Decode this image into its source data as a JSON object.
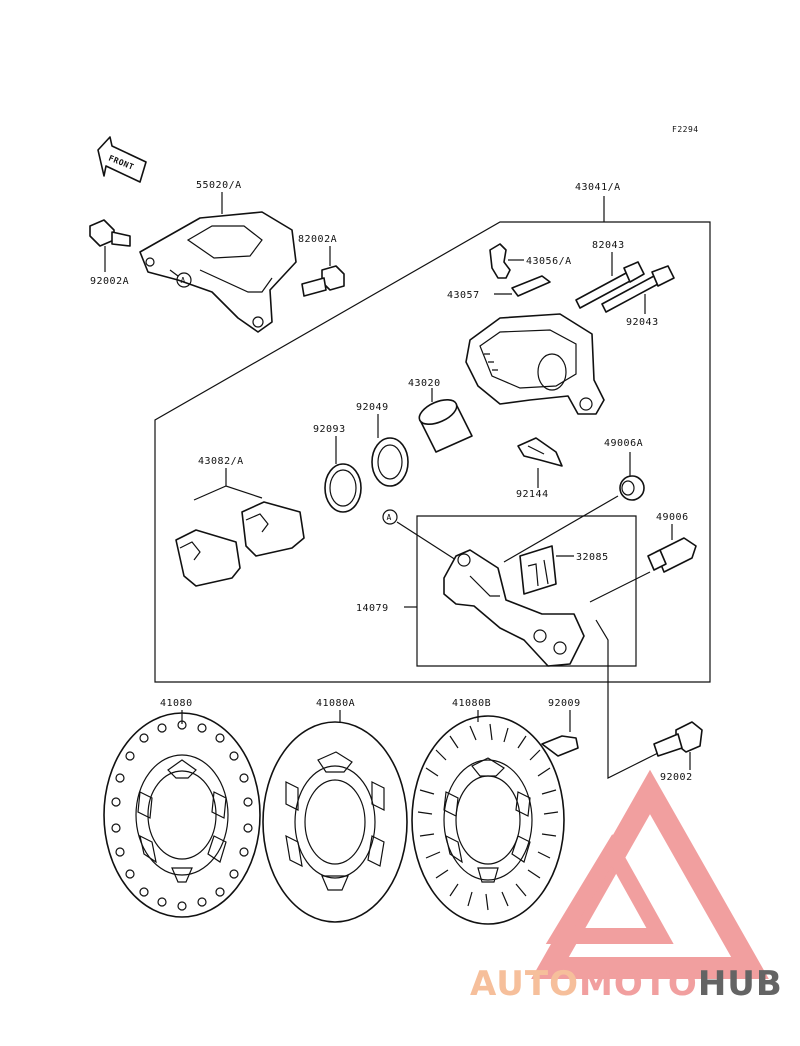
{
  "figure_code": "F2294",
  "front_label": "FRONT",
  "callout_marker": "A",
  "part_numbers": {
    "bracket": "55020/A",
    "caliper_assy": "43041/A",
    "bolt_left": "92002A",
    "bolt_bracket": "82002A",
    "bleeder": "43056/A",
    "bleeder_cap": "43057",
    "pin_a": "82043",
    "pin_b": "92043",
    "piston": "43020",
    "seal_dust": "92049",
    "seal_piston": "92093",
    "pads": "43082/A",
    "spring": "92144",
    "boot": "49006A",
    "pin_bolt": "49006",
    "shim": "32085",
    "holder": "14079",
    "disc_1": "41080",
    "disc_2": "41080A",
    "disc_3": "41080B",
    "disc_bolt": "92009",
    "mount_bolt": "92002"
  },
  "watermark": {
    "part1": "AUTO",
    "part2": "MOTO",
    "part3": "HUB",
    "color1": "#f5b58a",
    "color2": "#ef8f8f",
    "color3": "#4a4a4a"
  }
}
